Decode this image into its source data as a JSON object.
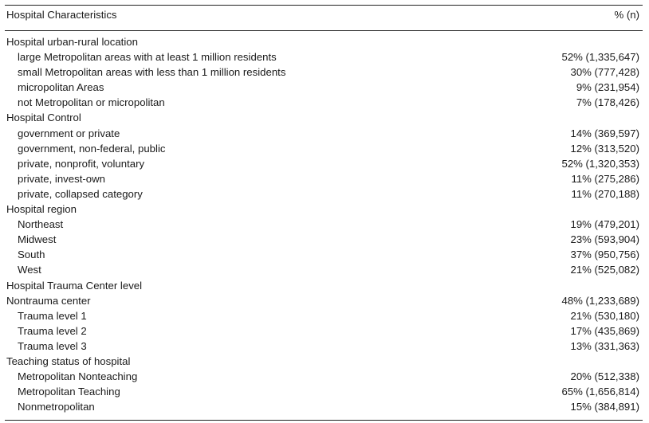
{
  "header": {
    "characteristic": "Hospital Characteristics",
    "value": "% (n)"
  },
  "rows": [
    {
      "label": "Hospital urban-rural location",
      "value": "",
      "indent": false
    },
    {
      "label": "large Metropolitan areas with at least 1 million residents",
      "value": "52% (1,335,647)",
      "indent": true
    },
    {
      "label": "small Metropolitan areas with less than 1 million residents",
      "value": "30% (777,428)",
      "indent": true
    },
    {
      "label": "micropolitan Areas",
      "value": "9% (231,954)",
      "indent": true
    },
    {
      "label": "not Metropolitan or micropolitan",
      "value": "7% (178,426)",
      "indent": true
    },
    {
      "label": "Hospital Control",
      "value": "",
      "indent": false
    },
    {
      "label": "government or private",
      "value": "14% (369,597)",
      "indent": true
    },
    {
      "label": "government, non-federal, public",
      "value": "12% (313,520)",
      "indent": true
    },
    {
      "label": "private, nonprofit, voluntary",
      "value": "52% (1,320,353)",
      "indent": true
    },
    {
      "label": "private, invest-own",
      "value": "11% (275,286)",
      "indent": true
    },
    {
      "label": "private, collapsed category",
      "value": "11% (270,188)",
      "indent": true
    },
    {
      "label": "Hospital region",
      "value": "",
      "indent": false
    },
    {
      "label": "Northeast",
      "value": "19% (479,201)",
      "indent": true
    },
    {
      "label": "Midwest",
      "value": "23% (593,904)",
      "indent": true
    },
    {
      "label": "South",
      "value": "37% (950,756)",
      "indent": true
    },
    {
      "label": "West",
      "value": "21% (525,082)",
      "indent": true
    },
    {
      "label": "Hospital Trauma Center level",
      "value": "",
      "indent": false
    },
    {
      "label": "Nontrauma center",
      "value": "48% (1,233,689)",
      "indent": false
    },
    {
      "label": "Trauma level 1",
      "value": "21% (530,180)",
      "indent": true
    },
    {
      "label": "Trauma level 2",
      "value": "17% (435,869)",
      "indent": true
    },
    {
      "label": "Trauma level 3",
      "value": "13% (331,363)",
      "indent": true
    },
    {
      "label": "Teaching status of hospital",
      "value": "",
      "indent": false
    },
    {
      "label": "Metropolitan Nonteaching",
      "value": "20% (512,338)",
      "indent": true
    },
    {
      "label": "Metropolitan Teaching",
      "value": "65% (1,656,814)",
      "indent": true
    },
    {
      "label": "Nonmetropolitan",
      "value": "15% (384,891)",
      "indent": true
    }
  ]
}
